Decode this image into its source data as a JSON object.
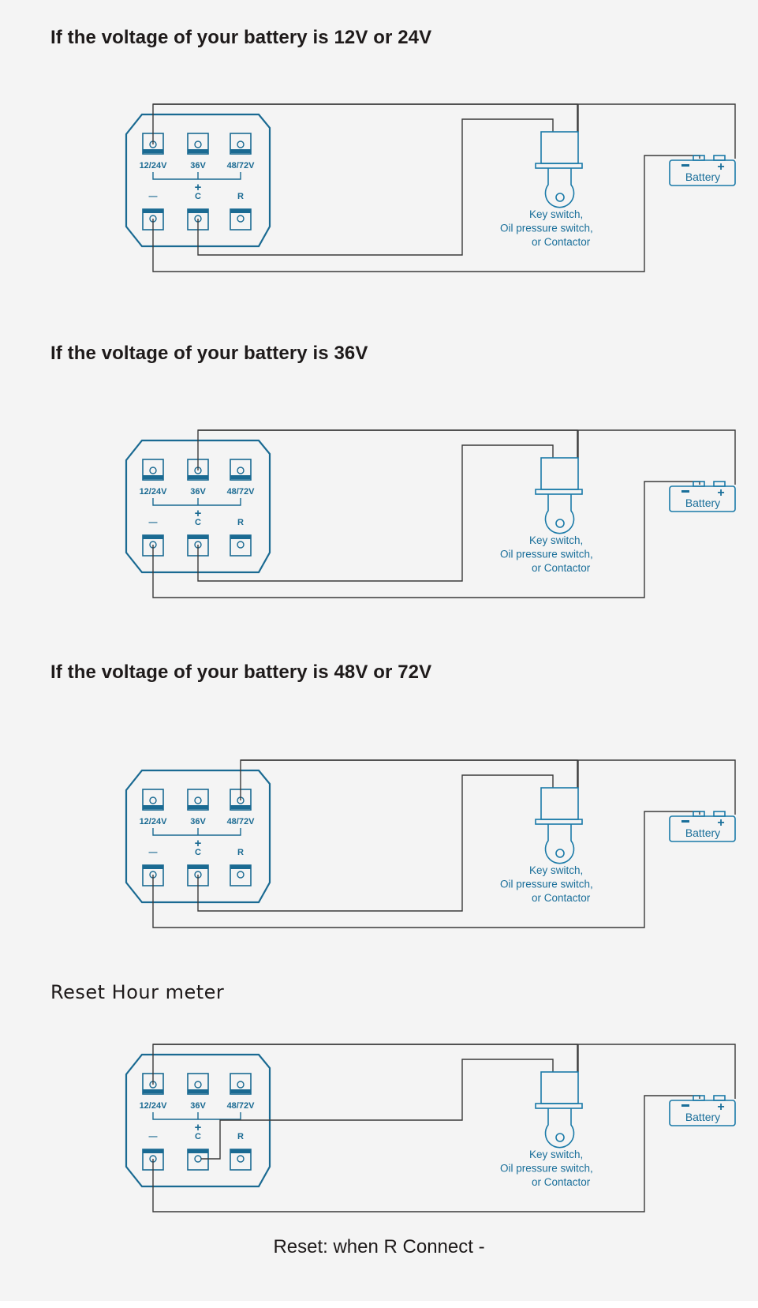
{
  "colors": {
    "background": "#f4f4f4",
    "diagram_blue": "#1a6a92",
    "wire": "#3a3a3a",
    "heading_text": "#1e1a1a"
  },
  "meter": {
    "top_terminals": [
      "12/24V",
      "36V",
      "48/72V"
    ],
    "plus_label": "+",
    "bottom_terminals": [
      "—",
      "C",
      "R"
    ]
  },
  "switch_label": [
    "Key switch,",
    "Oil pressure switch,",
    "or Contactor"
  ],
  "battery": {
    "label": "Battery",
    "minus": "−",
    "plus": "+"
  },
  "sections": [
    {
      "heading": "If the voltage of your battery is 12V or 24V",
      "positive_terminal": "12/24V",
      "c_wire": "direct",
      "reset": false
    },
    {
      "heading": "If the voltage of your battery is 36V",
      "positive_terminal": "36V",
      "c_wire": "direct",
      "reset": false
    },
    {
      "heading": "If the voltage of your battery is 48V or 72V",
      "positive_terminal": "48/72V",
      "c_wire": "direct",
      "reset": false
    },
    {
      "heading": "Reset Hour meter",
      "positive_terminal": "12/24V",
      "c_wire": "side",
      "reset": true
    }
  ],
  "footer_note": "Reset: when R Connect -"
}
